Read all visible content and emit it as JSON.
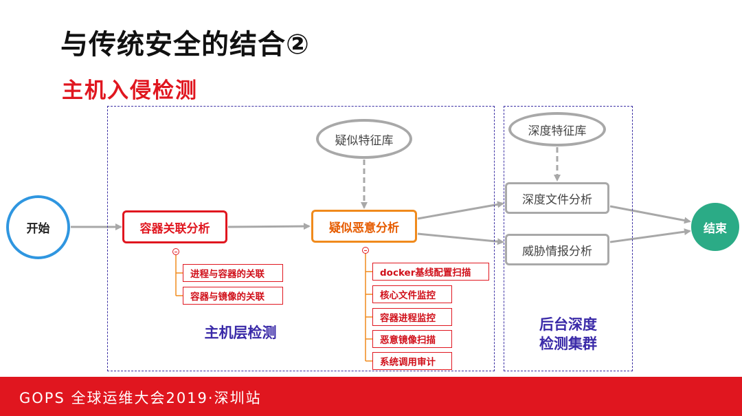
{
  "title": "与传统安全的结合②",
  "subtitle": "主机入侵检测",
  "nodes": {
    "start": "开始",
    "end": "结束",
    "container_assoc": "容器关联分析",
    "suspect_analysis": "疑似恶意分析",
    "suspect_sig_db": "疑似特征库",
    "deep_sig_db": "深度特征库",
    "deep_file": "深度文件分析",
    "threat_intel": "威胁情报分析"
  },
  "container_assoc_children": [
    "进程与容器的关联",
    "容器与镜像的关联"
  ],
  "suspect_children": [
    "docker基线配置扫描",
    "核心文件监控",
    "容器进程监控",
    "恶意镜像扫描",
    "系统调用审计"
  ],
  "regions": {
    "host": "主机层检测",
    "backend_line1": "后台深度",
    "backend_line2": "检测集群"
  },
  "footer": "GOPS 全球运维大会2019·深圳站",
  "colors": {
    "accent_red": "#e0161f",
    "orange": "#f08a1c",
    "start_blue": "#2f96e0",
    "end_green": "#2bab86",
    "region_purple": "#3b2fa3",
    "gray": "#a8a8a8"
  }
}
